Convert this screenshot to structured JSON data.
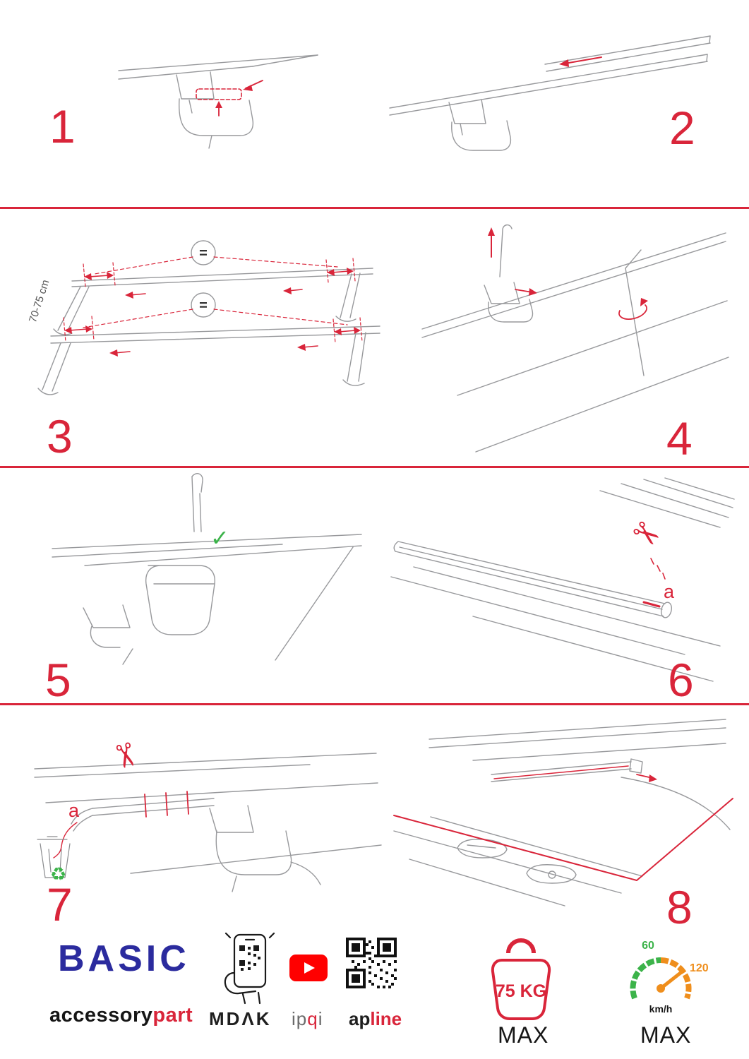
{
  "colors": {
    "accent_red": "#d9253a",
    "line_gray": "#98999c",
    "green": "#3cb34a",
    "orange": "#ef8e1c",
    "brand_blue": "#2b2b9e",
    "youtube_red": "#ff0000"
  },
  "steps": [
    {
      "num": "1"
    },
    {
      "num": "2"
    },
    {
      "num": "3"
    },
    {
      "num": "4"
    },
    {
      "num": "5"
    },
    {
      "num": "6"
    },
    {
      "num": "7"
    },
    {
      "num": "8"
    }
  ],
  "labels": {
    "measurement": "70-75 cm",
    "equal_sign": "=",
    "letter_a": "a"
  },
  "icons": {
    "scissors": "✂",
    "recycle": "♻",
    "check": "✓"
  },
  "footer": {
    "brand": "BASIC",
    "brand_sub_black": "accessory",
    "brand_sub_red": "part",
    "phone_app_label": "MDΛK",
    "video_label_part1": "ip",
    "video_label_part2": "q",
    "video_label_part3": "i",
    "qr_label_black": "ap",
    "qr_label_red": "line",
    "weight_value": "75 KG",
    "weight_max_label": "MAX",
    "speed_tick_low": "60",
    "speed_tick_high": "120",
    "speed_unit": "km/h",
    "speed_max_label": "MAX"
  }
}
